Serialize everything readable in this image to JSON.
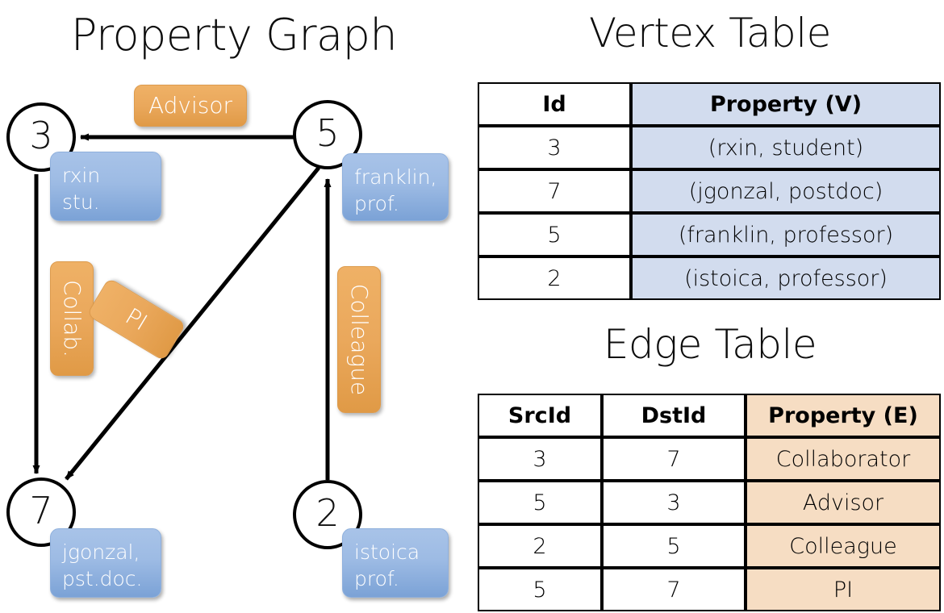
{
  "titles": {
    "property_graph": "Property Graph",
    "vertex_table": "Vertex Table",
    "edge_table": "Edge Table"
  },
  "graph": {
    "nodes": [
      {
        "id": "3",
        "label": "3"
      },
      {
        "id": "5",
        "label": "5"
      },
      {
        "id": "7",
        "label": "7"
      },
      {
        "id": "2",
        "label": "2"
      }
    ],
    "property_boxes": [
      {
        "for_node": "3",
        "line1": "rxin",
        "line2": "stu."
      },
      {
        "for_node": "5",
        "line1": "franklin,",
        "line2": "prof."
      },
      {
        "for_node": "7",
        "line1": "jgonzal,",
        "line2": "pst.doc."
      },
      {
        "for_node": "2",
        "line1": "istoica",
        "line2": "prof."
      }
    ],
    "edge_labels": [
      {
        "name": "advisor",
        "text": "Advisor",
        "orientation": "horizontal"
      },
      {
        "name": "collab",
        "text": "Collab.",
        "orientation": "vertical"
      },
      {
        "name": "pi",
        "text": "PI",
        "orientation": "diagonal"
      },
      {
        "name": "colleague",
        "text": "Colleague",
        "orientation": "vertical"
      }
    ],
    "edges": [
      {
        "src": "5",
        "dst": "3",
        "label": "Advisor"
      },
      {
        "src": "3",
        "dst": "7",
        "label": "Collab."
      },
      {
        "src": "5",
        "dst": "7",
        "label": "PI"
      },
      {
        "src": "2",
        "dst": "5",
        "label": "Colleague"
      }
    ]
  },
  "vertex_table": {
    "headers": [
      "Id",
      "Property (V)"
    ],
    "rows": [
      {
        "id": "3",
        "property": "(rxin, student)"
      },
      {
        "id": "7",
        "property": "(jgonzal, postdoc)"
      },
      {
        "id": "5",
        "property": "(franklin, professor)"
      },
      {
        "id": "2",
        "property": "(istoica, professor)"
      }
    ]
  },
  "edge_table": {
    "headers": [
      "SrcId",
      "DstId",
      "Property (E)"
    ],
    "rows": [
      {
        "src": "3",
        "dst": "7",
        "property": "Collaborator"
      },
      {
        "src": "5",
        "dst": "3",
        "property": "Advisor"
      },
      {
        "src": "2",
        "dst": "5",
        "property": "Colleague"
      },
      {
        "src": "5",
        "dst": "7",
        "property": "PI"
      }
    ]
  },
  "colors": {
    "vertex_property_fill": "#d2dcee",
    "edge_property_fill": "#f6ddc3",
    "node_box_blue": "#9dbbe4",
    "edge_label_orange": "#eaa85c",
    "background": "#ffffff",
    "stroke": "#000000"
  }
}
